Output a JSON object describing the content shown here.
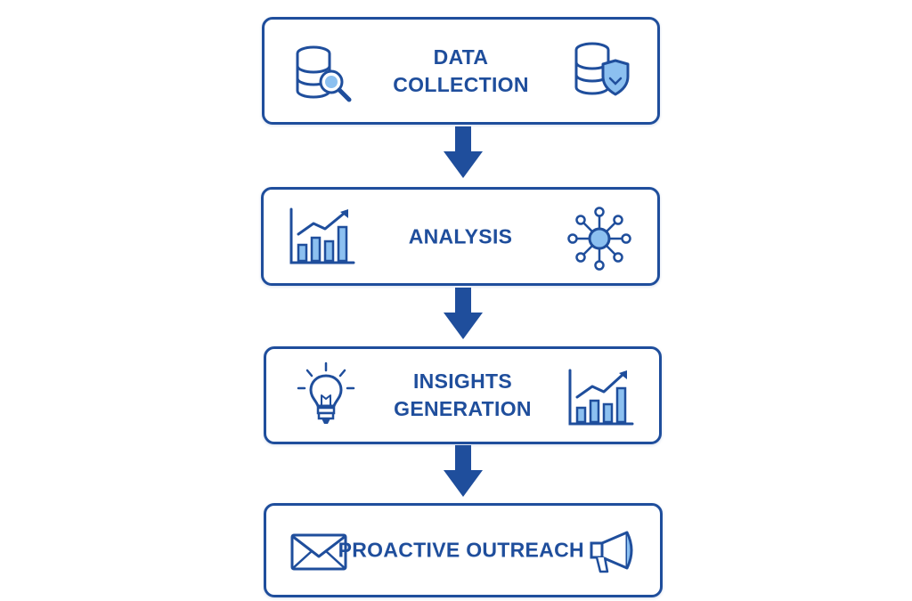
{
  "diagram": {
    "steps": [
      {
        "label_lines": [
          "DATA",
          "COLLECTION"
        ],
        "left_icon": "database-search-icon",
        "right_icon": "database-shield-icon"
      },
      {
        "label_lines": [
          "ANALYSIS"
        ],
        "left_icon": "bar-chart-trend-icon",
        "right_icon": "network-hub-icon"
      },
      {
        "label_lines": [
          "INSIGHTS",
          "GENERATION"
        ],
        "left_icon": "lightbulb-icon",
        "right_icon": "bar-chart-trend-icon"
      },
      {
        "label_lines": [
          "PROACTIVE OUTREACH"
        ],
        "left_icon": "envelope-icon",
        "right_icon": "megaphone-icon"
      }
    ],
    "connector": "down-arrow",
    "colors": {
      "primary": "#1f4e9c",
      "accent": "#4a90e2",
      "fill_light": "#8cc0f0",
      "background": "#ffffff"
    }
  }
}
